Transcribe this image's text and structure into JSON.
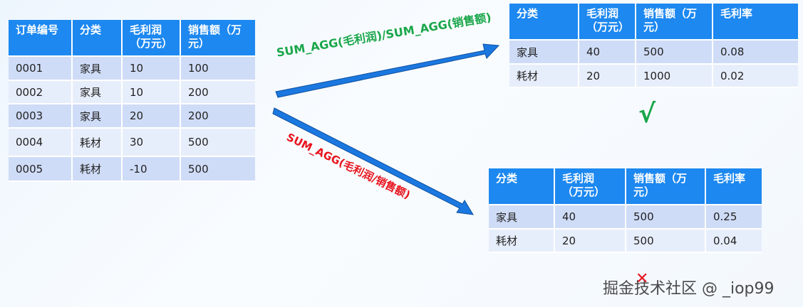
{
  "source_table": {
    "headers": [
      "订单编号",
      "分类",
      "毛利润\n（万元）",
      "销售额（万\n元）"
    ],
    "rows": [
      [
        "0001",
        "家具",
        "10",
        "100"
      ],
      [
        "0002",
        "家具",
        "10",
        "200"
      ],
      [
        "0003",
        "家具",
        "20",
        "200"
      ],
      [
        "0004",
        "耗材",
        "30",
        "500"
      ],
      [
        "0005",
        "耗材",
        "-10",
        "500"
      ]
    ]
  },
  "correct_table": {
    "headers": [
      "分类",
      "毛利润\n（万元）",
      "销售额（万\n元）",
      "毛利率"
    ],
    "rows": [
      [
        "家具",
        "40",
        "500",
        "0.08"
      ],
      [
        "耗材",
        "20",
        "1000",
        "0.02"
      ]
    ]
  },
  "wrong_table": {
    "headers": [
      "分类",
      "毛利润\n（万元）",
      "销售额（万\n元）",
      "毛利率"
    ],
    "rows": [
      [
        "家具",
        "40",
        "500",
        "0.25"
      ],
      [
        "耗材",
        "20",
        "500",
        "0.04"
      ]
    ]
  },
  "formula_correct": "SUM_AGG(毛利润)/SUM_AGG(销售额)",
  "formula_wrong": "SUM_AGG(毛利润/销售额)",
  "check_mark": "√",
  "cross_mark": "✕",
  "watermark": "掘金技术社区 @ _iop99",
  "colors": {
    "header_bg": "#1d88f0",
    "row_odd": "#cfdcf7",
    "row_even": "#e7eefb",
    "arrow": "#1b78e0",
    "correct": "#19a64a",
    "wrong": "#e8141e"
  }
}
